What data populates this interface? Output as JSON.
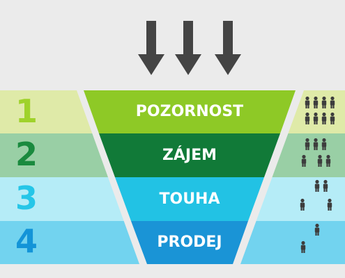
{
  "colors": {
    "background": "#ebebeb",
    "arrow": "#444444",
    "person": "#3d3d3d",
    "stage_1": {
      "number": "#9fd22b",
      "band": "#dfeaa8",
      "funnel": "#8ec926"
    },
    "stage_2": {
      "number": "#1a8a3e",
      "band": "#99cfa5",
      "funnel": "#117a38"
    },
    "stage_3": {
      "number": "#25c6e8",
      "band": "#b5ecf7",
      "funnel": "#22c2e4"
    },
    "stage_4": {
      "number": "#1394d8",
      "band": "#72d3ef",
      "funnel": "#1a94d6"
    }
  },
  "arrows": {
    "icon": "down-arrow-icon",
    "count": 3
  },
  "stages": [
    {
      "number": "1",
      "label": "POZORNOST",
      "people": 8
    },
    {
      "number": "2",
      "label": "ZÁJEM",
      "people": 6
    },
    {
      "number": "3",
      "label": "TOUHA",
      "people": 4
    },
    {
      "number": "4",
      "label": "PRODEJ",
      "people": 2
    }
  ]
}
